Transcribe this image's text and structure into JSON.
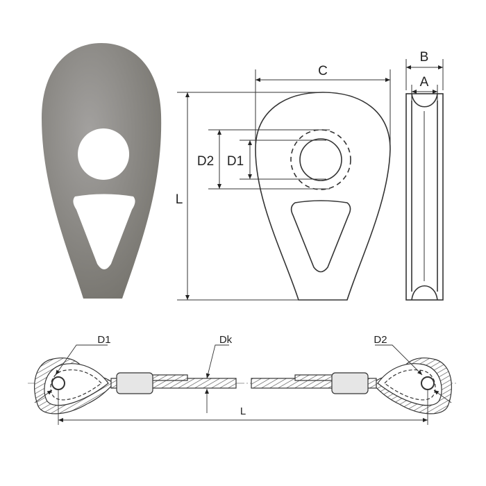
{
  "top_drawing": {
    "width_label": "C",
    "height_label": "L",
    "outer_hole_label": "D2",
    "inner_hole_label": "D1",
    "side_width_label": "B",
    "groove_width_label": "A"
  },
  "bottom_drawing": {
    "left_eye_label": "D1",
    "cable_diameter_label": "Dk",
    "right_eye_label": "D2",
    "length_label": "L"
  },
  "colors": {
    "photo_fill": "#8c8a88",
    "line": "#333333",
    "ferrule": "#e6e6e6"
  }
}
